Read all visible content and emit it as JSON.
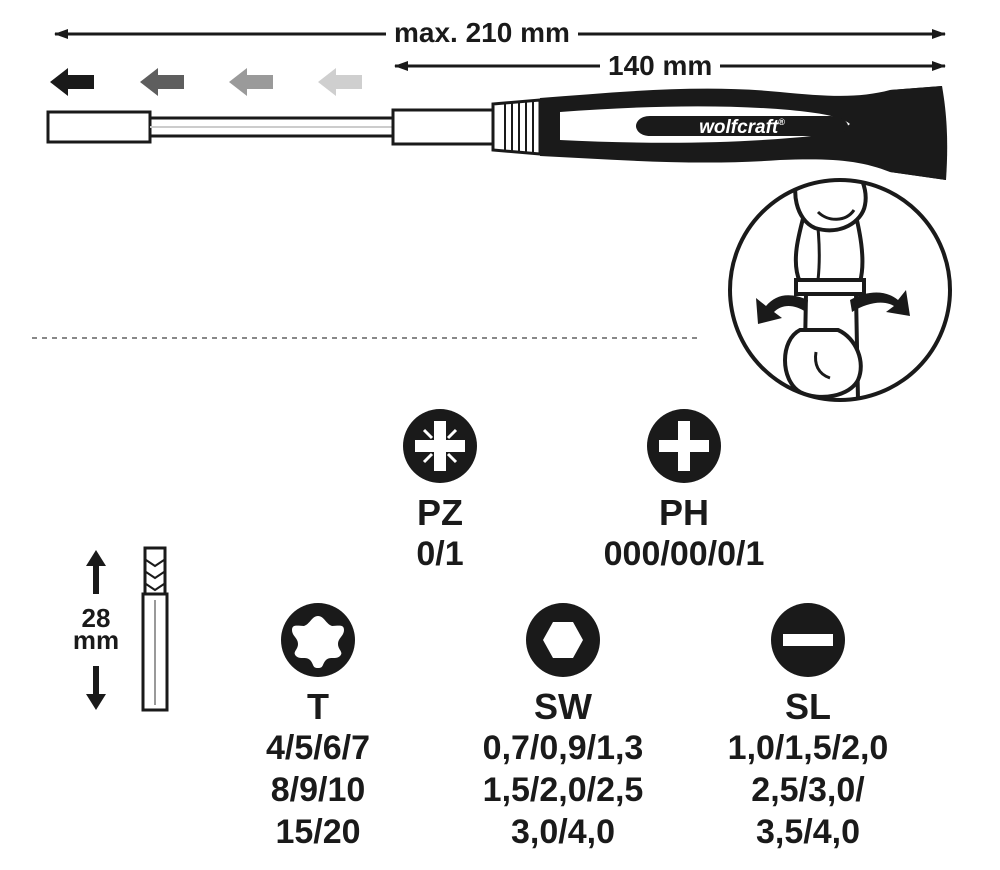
{
  "dimensions": {
    "total_label": "max. 210 mm",
    "handle_label": "140 mm"
  },
  "brand": "wolfcraft",
  "brand_mark": "®",
  "bit_length": {
    "value": "28",
    "unit": "mm"
  },
  "bits": [
    {
      "code": "PZ",
      "sizes": [
        "0/1"
      ],
      "icon": "pozidriv-icon"
    },
    {
      "code": "PH",
      "sizes": [
        "000/00/0/1"
      ],
      "icon": "phillips-icon"
    },
    {
      "code": "T",
      "sizes": [
        "4/5/6/7",
        "8/9/10",
        "15/20"
      ],
      "icon": "torx-icon"
    },
    {
      "code": "SW",
      "sizes": [
        "0,7/0,9/1,3",
        "1,5/2,0/2,5",
        "3,0/4,0"
      ],
      "icon": "hex-icon"
    },
    {
      "code": "SL",
      "sizes": [
        "1,0/1,5/2,0",
        "2,5/3,0/",
        "3,5/4,0"
      ],
      "icon": "slotted-icon"
    }
  ],
  "colors": {
    "ink": "#1a1a1a",
    "arrow_1": "#1a1a1a",
    "arrow_2": "#5e5e5e",
    "arrow_3": "#9a9a9a",
    "arrow_4": "#cfcfcf"
  }
}
